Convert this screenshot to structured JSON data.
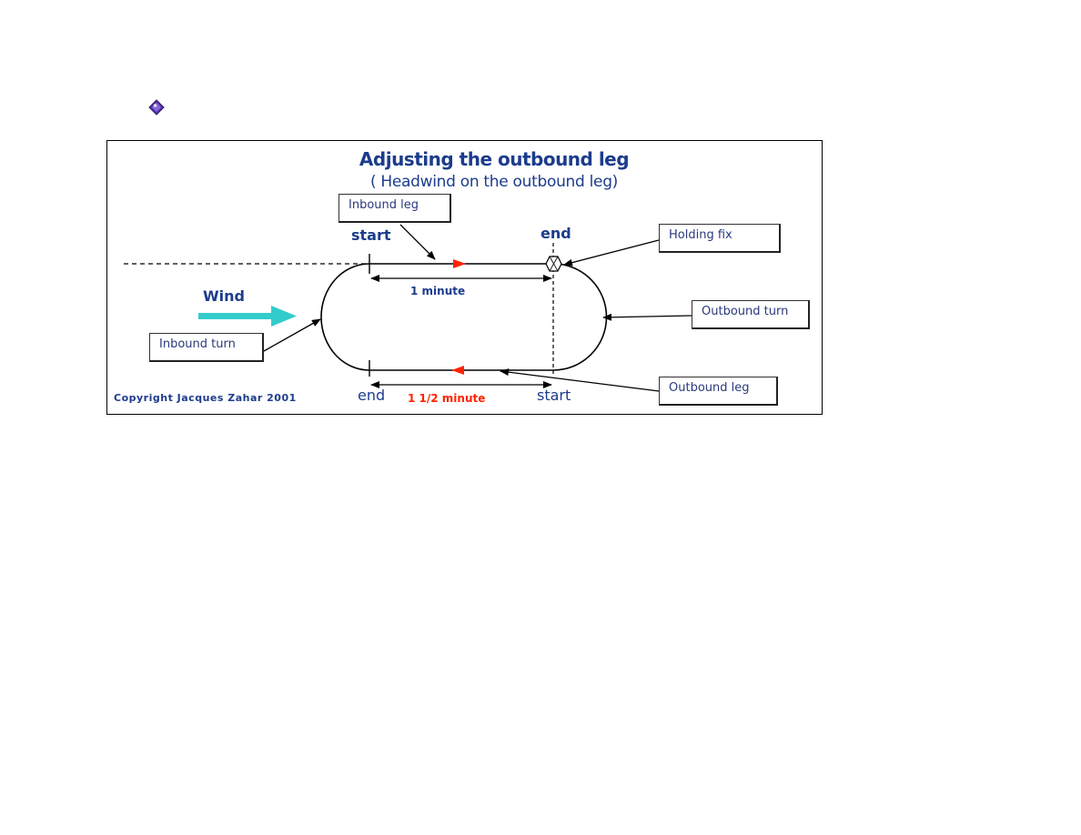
{
  "diagram": {
    "title": "Adjusting the outbound leg",
    "subtitle": "( Headwind on the outbound leg)",
    "labels": {
      "inbound_leg": "Inbound leg",
      "holding_fix": "Holding fix",
      "outbound_turn": "Outbound turn",
      "inbound_turn": "Inbound turn",
      "outbound_leg": "Outbound leg"
    },
    "markers": {
      "top_start": "start",
      "top_end": "end",
      "bottom_end": "end",
      "bottom_start": "start"
    },
    "durations": {
      "inbound": "1 minute",
      "outbound": "1 1/2 minute"
    },
    "wind": "Wind",
    "copyright": "Copyright Jacques Zahar 2001",
    "colors": {
      "title": "#1c3c8c",
      "wind_arrow": "#33cccc",
      "direction_arrow": "#ff2200",
      "bullet": "#5533aa"
    }
  }
}
